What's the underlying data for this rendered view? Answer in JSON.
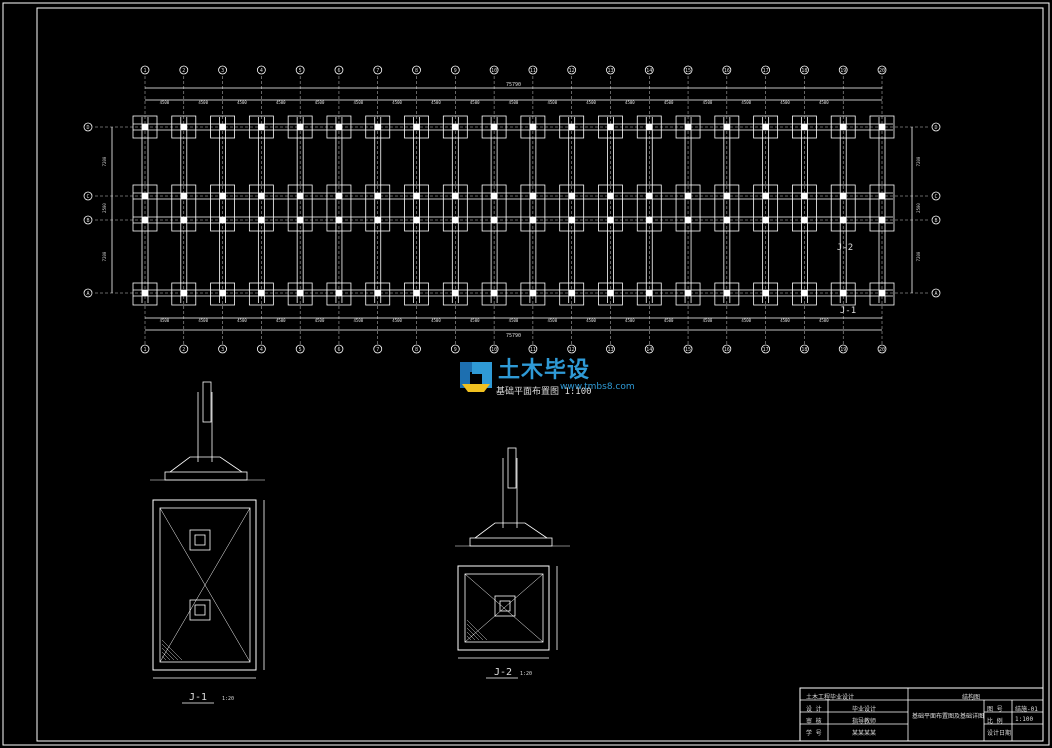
{
  "plan": {
    "axis_numbers": [
      "1",
      "2",
      "3",
      "4",
      "5",
      "6",
      "7",
      "8",
      "9",
      "10",
      "11",
      "12",
      "13",
      "14",
      "15",
      "16",
      "17",
      "18",
      "19",
      "20"
    ],
    "row_letters": [
      "D",
      "C",
      "B",
      "A"
    ],
    "top_total": "75790",
    "bay_dims": [
      "4500",
      "4500",
      "4500",
      "4500",
      "4500",
      "4500",
      "4500",
      "4500",
      "4500",
      "4500",
      "4500",
      "4500",
      "4500",
      "4500",
      "4500",
      "4500",
      "4500",
      "4500"
    ],
    "left_dims": [
      "7200",
      "2500",
      "7200"
    ],
    "title": "基础平面布置图",
    "scale": "1:100"
  },
  "details": [
    {
      "label": "J-1",
      "scale": "1:20"
    },
    {
      "label": "J-2",
      "scale": "1:20"
    }
  ],
  "plan_marks": [
    "J-2",
    "J-1"
  ],
  "watermark": {
    "title": "土木毕设",
    "url": "www.tmbs8.com"
  },
  "title_block": {
    "school": "土木工程毕业设计",
    "drawing_title": "基础平面布置图及基础详图",
    "rows": [
      {
        "k": "设 计",
        "v": "毕业设计"
      },
      {
        "k": "审 核",
        "v": "指导教师"
      },
      {
        "k": "学 号",
        "v": "某某某某"
      }
    ],
    "right": [
      {
        "k": "图 号",
        "v": "结施-01"
      },
      {
        "k": "比 例",
        "v": "1:100"
      },
      {
        "k": "设计日期",
        "v": ""
      }
    ],
    "label": "结构图"
  },
  "colors": {
    "bg": "#000000",
    "line": "#ffffff",
    "watermark": "#2f9ad6"
  }
}
